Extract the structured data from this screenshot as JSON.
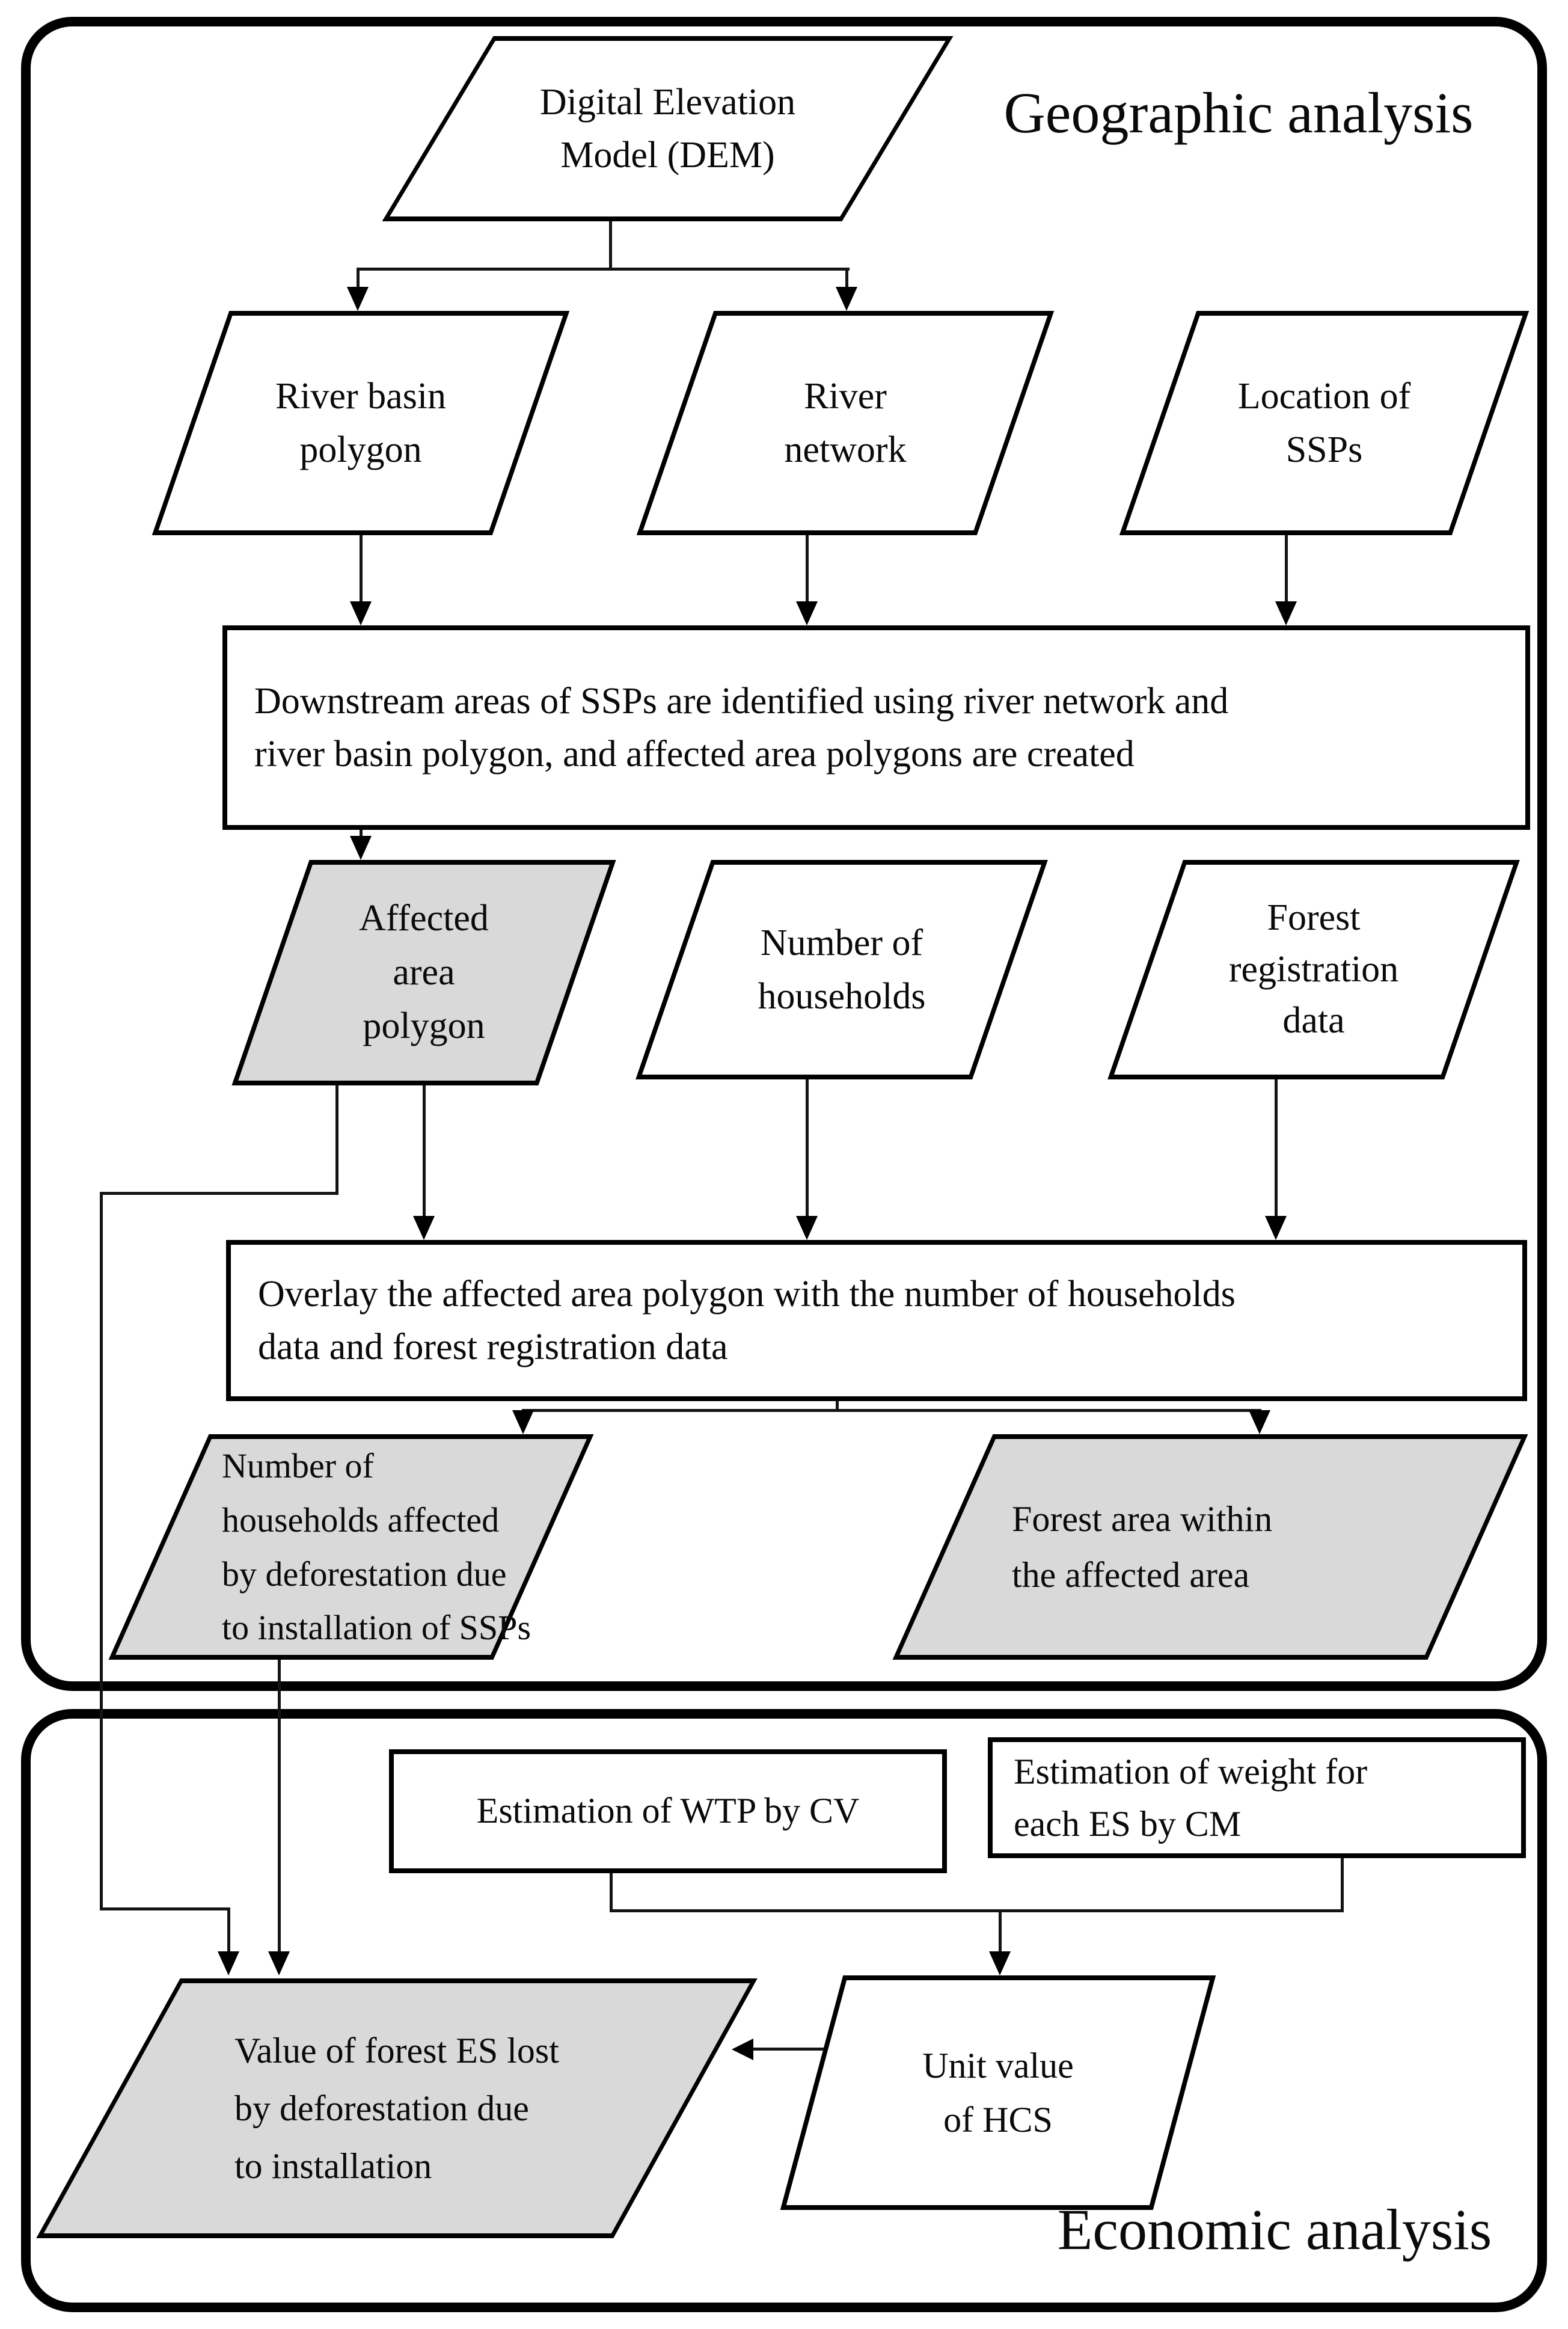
{
  "titles": {
    "geographic": "Geographic analysis",
    "economic": "Economic analysis"
  },
  "nodes": {
    "dem": {
      "label": "Digital Elevation\nModel (DEM)"
    },
    "river_basin": {
      "label": "River basin\npolygon"
    },
    "river_network": {
      "label": "River\nnetwork"
    },
    "ssp_location": {
      "label": "Location of\nSSPs"
    },
    "downstream": {
      "label": "Downstream areas of SSPs are identified using river network and\nriver basin polygon, and affected area polygons are created"
    },
    "affected_area": {
      "label": "Affected\narea\npolygon"
    },
    "households": {
      "label": "Number of\nhouseholds"
    },
    "forest_registration": {
      "label": "Forest\nregistration\ndata"
    },
    "overlay": {
      "label": "Overlay the affected area polygon with the number of households\ndata and forest registration data"
    },
    "households_affected": {
      "label": "Number of\nhouseholds affected\nby deforestation due\nto installation of SSPs"
    },
    "forest_area": {
      "label": "Forest area within\nthe affected area"
    },
    "wtp": {
      "label": "Estimation of WTP by CV"
    },
    "es_weight": {
      "label": "Estimation of weight for\neach ES by CM"
    },
    "unit_value": {
      "label": "Unit value\nof HCS"
    },
    "value_lost": {
      "label": "Value of forest ES lost\nby deforestation due\nto installation"
    }
  },
  "colors": {
    "stroke": "#000000",
    "fill_gray": "#d9d9d9",
    "fill_white": "#ffffff"
  }
}
